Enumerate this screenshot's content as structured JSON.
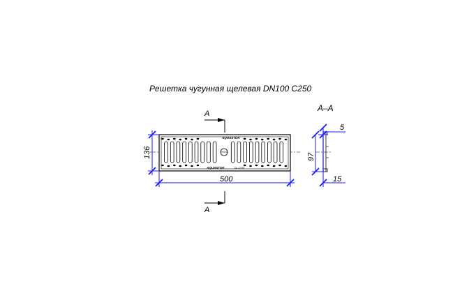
{
  "drawing": {
    "title": "Решетка чугунная щелевая DN100 C250",
    "section_mark": "А–А",
    "cut_label_top": "А",
    "cut_label_bottom": "А",
    "dim_width": "500",
    "dim_height": "136",
    "dim_section_height": "97",
    "dim_section_top": "5",
    "dim_section_bottom": "15",
    "brand_text_top": "AQUASTOK",
    "brand_text_bottom": "AQUASTOK",
    "class_text": "DL-C250",
    "line_color": "#000000",
    "dimension_color": "#1a1aff"
  }
}
